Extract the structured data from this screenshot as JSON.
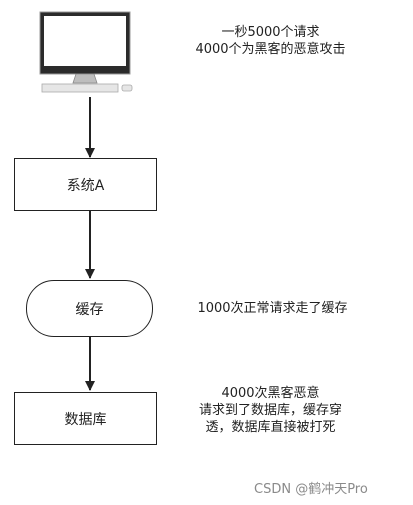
{
  "nodes": {
    "system": "系统A",
    "cache": "缓存",
    "database": "数据库"
  },
  "notes": {
    "client_line1": "一秒5000个请求",
    "client_line2": "4000个为黑客的恶意攻击",
    "cache_line1": "1000次正常请求走了缓存",
    "db_line1": "4000次黑客恶意",
    "db_line2": "请求到了数据库，缓存穿",
    "db_line3": "透，数据库直接被打死"
  },
  "watermark": "CSDN @鹤冲天Pro",
  "icons": {
    "client": "desktop-computer-icon"
  },
  "colors": {
    "stroke": "#222222",
    "screen": "#2b2b2b",
    "watermark": "#8a8a8a"
  }
}
